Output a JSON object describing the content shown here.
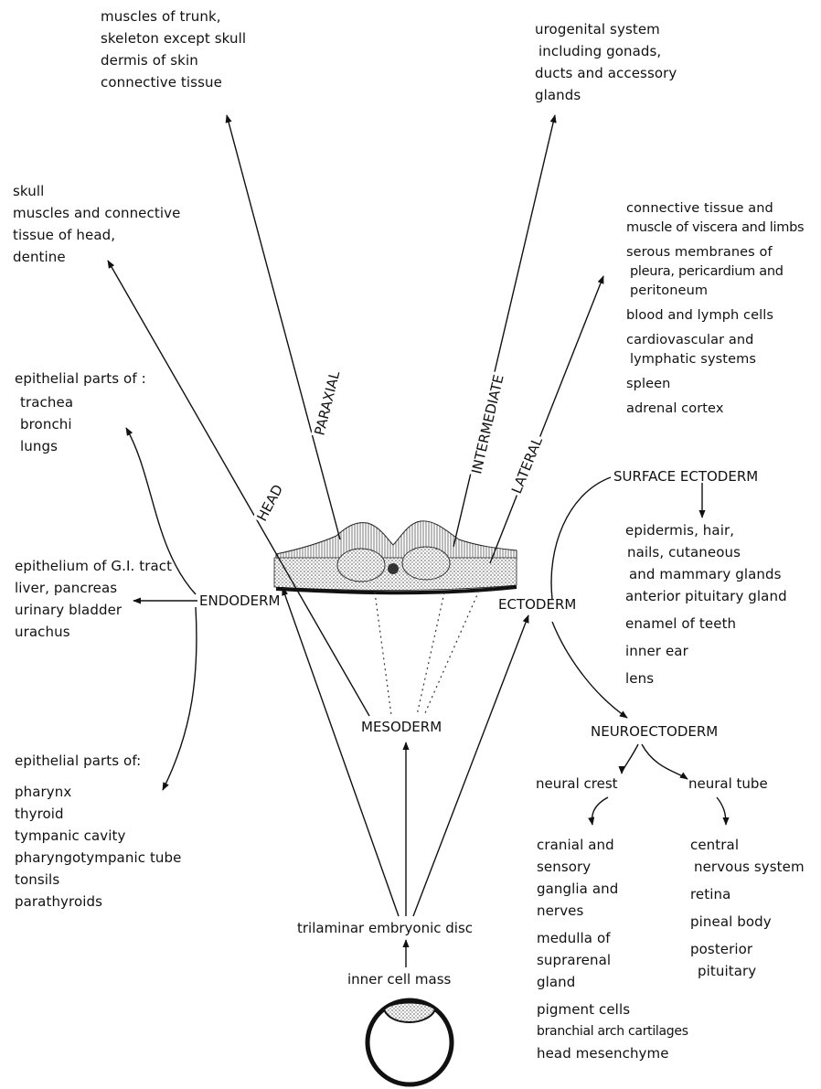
{
  "nodes": {
    "endoderm": "ENDODERM",
    "ectoderm": "ECTODERM",
    "mesoderm": "MESODERM",
    "surface_ectoderm": "SURFACE  ECTODERM",
    "neuroectoderm": "NEUROECTODERM",
    "neural_crest": "neural crest",
    "neural_tube": "neural tube",
    "trilaminar_disc": "trilaminar embryonic disc",
    "inner_cell_mass": "inner cell mass"
  },
  "mesoderm_regions": {
    "head": "HEAD",
    "paraxial": "PARAXIAL",
    "intermediate": "INTERMEDIATE",
    "lateral": "LATERAL"
  },
  "derivatives": {
    "paraxial": [
      "muscles of trunk,",
      "skeleton except skull",
      "dermis of skin",
      "connective tissue"
    ],
    "intermediate": [
      "urogenital system",
      "including gonads,",
      "ducts and accessory",
      "glands"
    ],
    "head": [
      "skull",
      "muscles and connective",
      "tissue of head,",
      "dentine"
    ],
    "lateral": {
      "connective": [
        "connective tissue and",
        "muscle of viscera and limbs"
      ],
      "serous": [
        "serous membranes of",
        "pleura, pericardium and",
        "peritoneum"
      ],
      "blood": "blood and lymph cells",
      "cardio": [
        "cardiovascular and",
        "lymphatic systems"
      ],
      "spleen": "spleen",
      "adrenal": "adrenal cortex"
    },
    "endoderm_resp": {
      "heading": "epithelial parts of :",
      "items": [
        "trachea",
        "bronchi",
        "lungs"
      ]
    },
    "endoderm_gi": [
      "epithelium of G.I. tract",
      "liver, pancreas",
      "urinary bladder",
      "urachus"
    ],
    "endoderm_pharynx": {
      "heading": "epithelial parts of:",
      "items": [
        "pharynx",
        "thyroid",
        "tympanic cavity",
        "pharyngotympanic tube",
        "tonsils",
        "parathyroids"
      ]
    },
    "surface_ectoderm": {
      "skin": [
        "epidermis, hair,",
        "nails, cutaneous",
        "and mammary glands"
      ],
      "items": [
        "anterior  pituitary gland",
        "enamel of teeth",
        "inner ear",
        "lens"
      ]
    },
    "neural_crest": {
      "cranial": [
        "cranial and",
        "sensory",
        "ganglia and",
        "nerves"
      ],
      "medulla": [
        "medulla of",
        "suprarenal",
        "gland"
      ],
      "misc": [
        "pigment cells",
        "branchial arch cartilages",
        "head mesenchyme"
      ]
    },
    "neural_tube": {
      "cns": [
        "central",
        "nervous system"
      ],
      "items": [
        "retina",
        "pineal body"
      ],
      "posterior": [
        "posterior",
        "pituitary"
      ]
    }
  }
}
